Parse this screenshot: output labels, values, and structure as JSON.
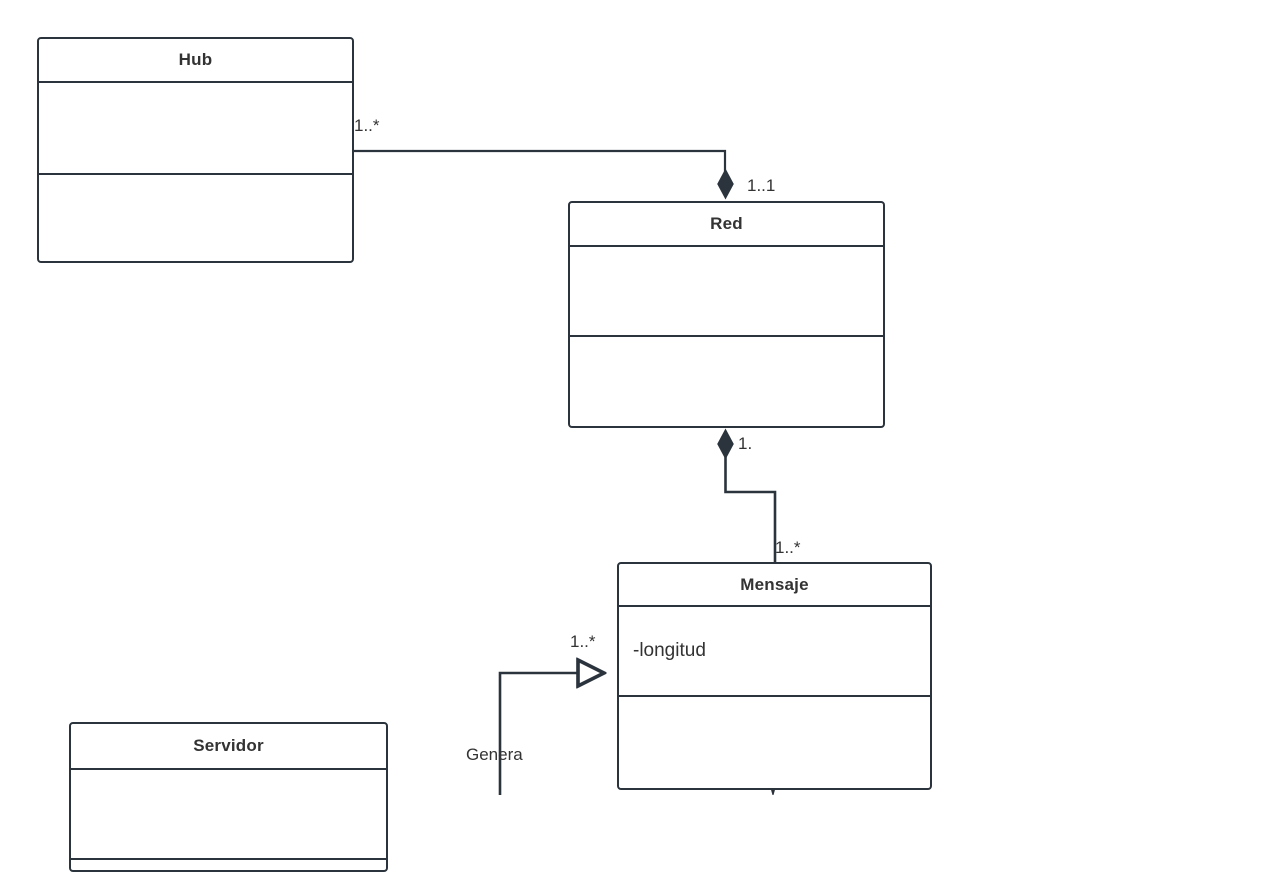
{
  "diagram": {
    "type": "uml-class-diagram",
    "language": "es",
    "background_color": "#ffffff",
    "stroke_color": "#2b333c",
    "text_color": "#333333"
  },
  "classes": [
    {
      "id": "hub",
      "name": "Hub",
      "attributes": [],
      "operations": []
    },
    {
      "id": "red",
      "name": "Red",
      "attributes": [],
      "operations": []
    },
    {
      "id": "mensaje",
      "name": "Mensaje",
      "attributes": [
        "-longitud"
      ],
      "operations": []
    },
    {
      "id": "servidor",
      "name": "Servidor",
      "attributes": [],
      "operations": []
    }
  ],
  "relationships": [
    {
      "id": "hub-red",
      "from": "hub",
      "to": "red",
      "kind": "composition",
      "source_multiplicity": "1..*",
      "target_multiplicity": "1..1",
      "label": ""
    },
    {
      "id": "red-mensaje",
      "from": "red",
      "to": "mensaje",
      "kind": "composition",
      "source_multiplicity": "1.",
      "target_multiplicity": "1..*",
      "label": ""
    },
    {
      "id": "servidor-mensaje",
      "from": "servidor",
      "to": "mensaje",
      "kind": "generalization",
      "source_multiplicity": "",
      "target_multiplicity": "1..*",
      "label": "Genera"
    }
  ],
  "labels": {
    "hub_red_source": "1..*",
    "red_top": "1..1",
    "red_bottom": "1.",
    "mensaje_top": "1..*",
    "genera_multiplicity": "1..*",
    "genera": "Genera"
  }
}
